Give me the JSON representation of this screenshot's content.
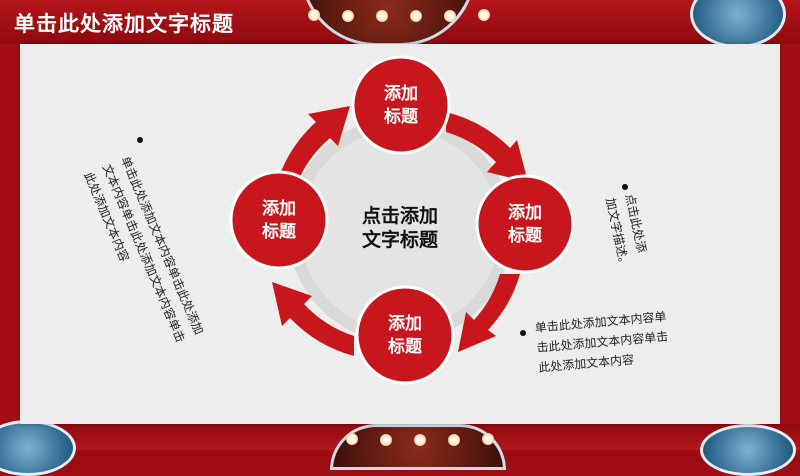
{
  "slide": {
    "title": "单击此处添加文字标题"
  },
  "diagram": {
    "center": [
      "点击添加",
      "文字标题"
    ],
    "nodes": [
      {
        "line1": "添加",
        "line2": "标题"
      },
      {
        "line1": "添加",
        "line2": "标题"
      },
      {
        "line1": "添加",
        "line2": "标题"
      },
      {
        "line1": "添加",
        "line2": "标题"
      }
    ]
  },
  "notes": {
    "left": {
      "line1": "单击此处添加文本内容单击此处添加",
      "line2": "文本内容单击此处添加文本内容单击",
      "line3": "此处添加文本内容"
    },
    "right_top": {
      "line1": "点击此处添",
      "line2": "加文字描述。"
    },
    "right_bottom": {
      "line1": "单击此处添加文本内容单",
      "line2": "击此处添加文本内容单击",
      "line3": "此处添加文本内容"
    }
  },
  "colors": {
    "accent": "#c8161d",
    "frame": "#a30f14",
    "panel": "#ededed",
    "center_disc": "#d9d9d9"
  }
}
